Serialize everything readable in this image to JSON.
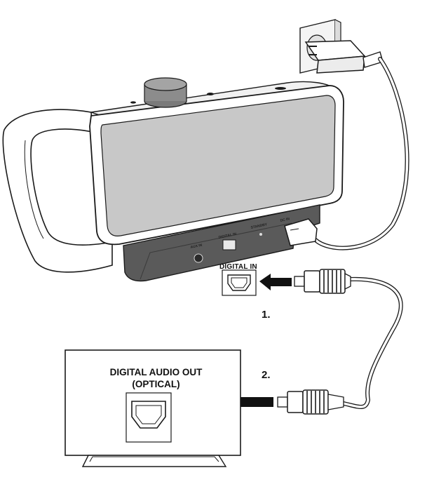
{
  "labels": {
    "tv_output_line1": "DIGITAL AUDIO OUT",
    "tv_output_line2": "(OPTICAL)",
    "port_callout": "DIGITAL IN",
    "step1": "1.",
    "step2": "2.",
    "rear_port_aux": "AUX IN",
    "rear_port_digital": "DIGITAL IN",
    "rear_port_standby": "STANDBY",
    "rear_port_dc": "DC IN"
  },
  "colors": {
    "outline": "#1a1a1a",
    "speaker_grille": "#c8c8c8",
    "rear_panel": "#5a5a5a",
    "arrow": "#111111"
  },
  "icons": {
    "optical_port": "toslink-port-icon",
    "arrow": "arrow-left-icon"
  }
}
